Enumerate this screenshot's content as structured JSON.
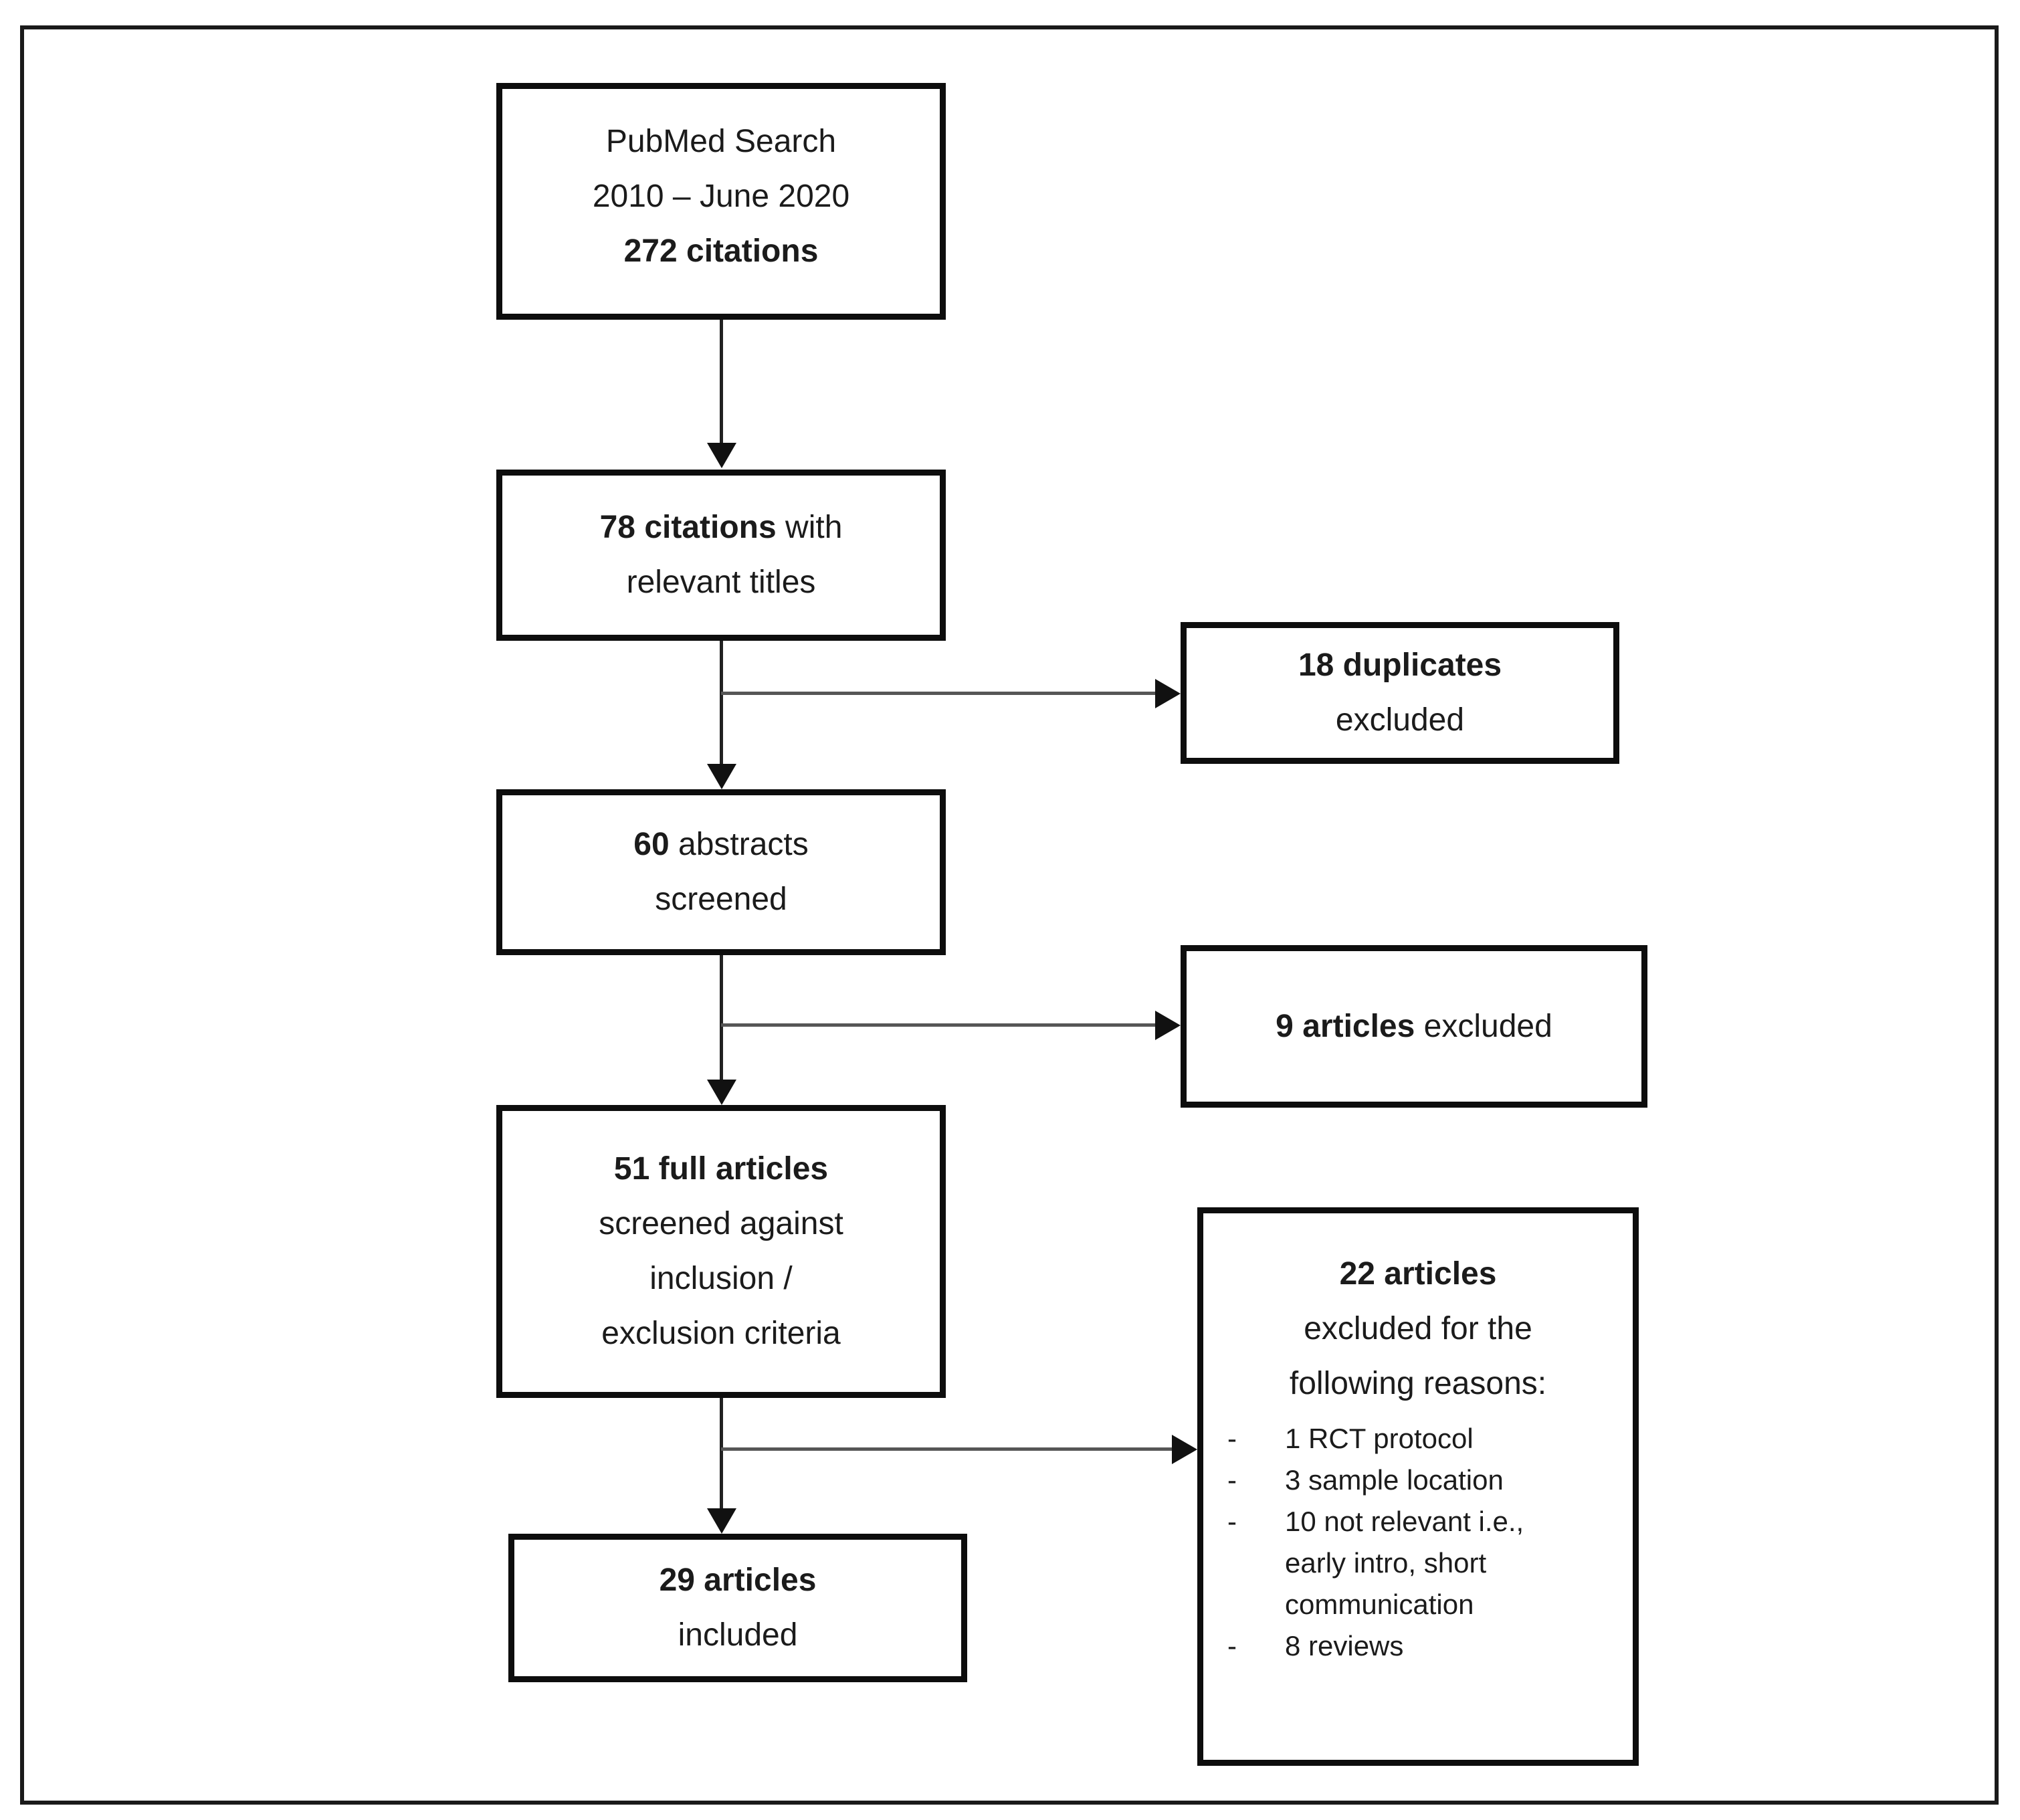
{
  "colors": {
    "box_border": "#000000",
    "outer_border": "#1a1a1a",
    "connector": "#555555",
    "text": "#1b1b1b",
    "background": "#ffffff"
  },
  "flowchart": {
    "pubmed_search": {
      "lines": [
        {
          "b": "",
          "r": "PubMed Search"
        },
        {
          "b": "",
          "r": "2010 – June 2020"
        },
        {
          "b": "272 citations",
          "r": ""
        }
      ]
    },
    "citations_78": {
      "lines": [
        {
          "b": "78 citations",
          "r": " with"
        },
        {
          "b": "",
          "r": "relevant titles"
        }
      ]
    },
    "duplicates_18": {
      "lines": [
        {
          "b": "18 duplicates",
          "r": ""
        },
        {
          "b": "",
          "r": "excluded"
        }
      ]
    },
    "abstracts_60": {
      "lines": [
        {
          "b": "60",
          "r": " abstracts"
        },
        {
          "b": "",
          "r": "screened"
        }
      ]
    },
    "excluded_9": {
      "lines": [
        {
          "b": "9 articles",
          "r": " excluded"
        }
      ]
    },
    "full_articles_51": {
      "lines": [
        {
          "b": "51 full articles",
          "r": ""
        },
        {
          "b": "",
          "r": "screened against"
        },
        {
          "b": "",
          "r": "inclusion /"
        },
        {
          "b": "",
          "r": "exclusion criteria"
        }
      ]
    },
    "excluded_22": {
      "lines": [
        {
          "b": "22 articles",
          "r": ""
        },
        {
          "b": "",
          "r": "excluded for the"
        },
        {
          "b": "",
          "r": "following reasons:"
        }
      ],
      "bullet_char": "-",
      "items": [
        "1 RCT protocol",
        "3 sample location",
        "10 not relevant i.e., early intro, short communication",
        "8 reviews"
      ]
    },
    "included_29": {
      "lines": [
        {
          "b": "29 articles",
          "r": ""
        },
        {
          "b": "",
          "r": "included"
        }
      ]
    }
  }
}
